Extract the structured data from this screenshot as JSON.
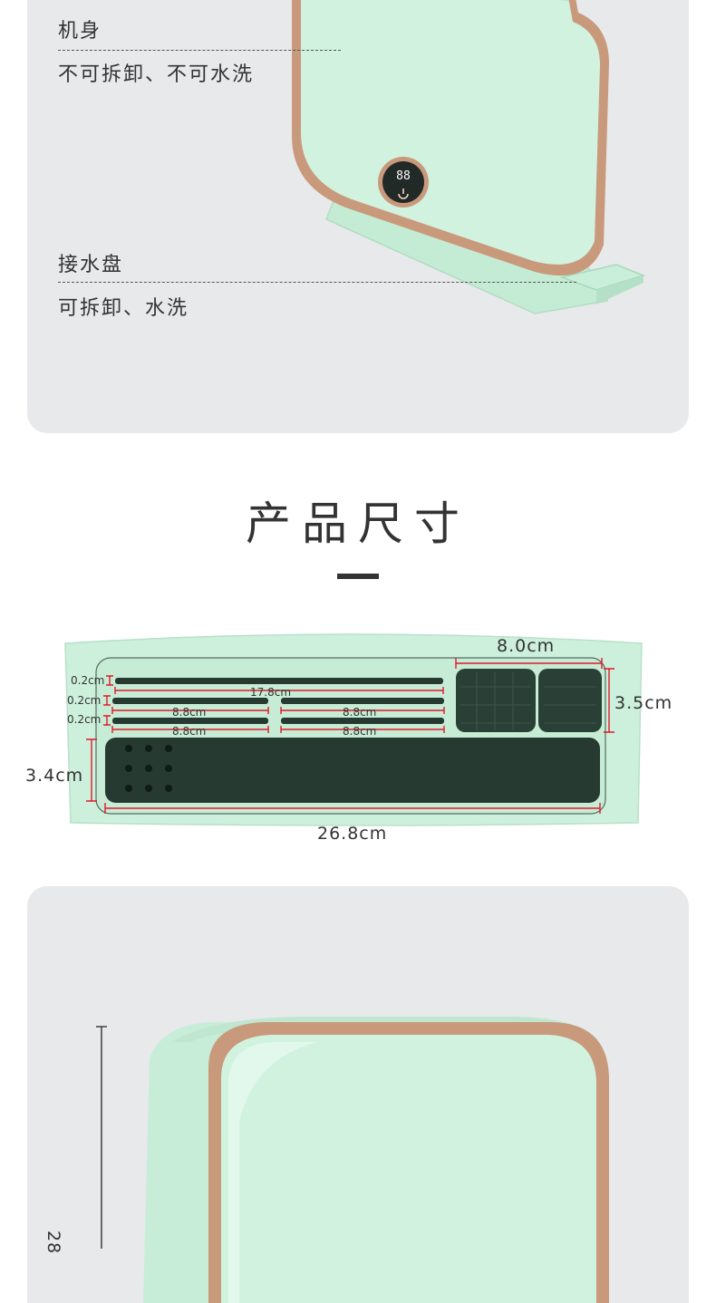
{
  "colors": {
    "panel_bg": "#e8e9ea",
    "product_green": "#cdf0dc",
    "rim_gold": "#c9997c",
    "slot_dark": "#263a32",
    "dim_red": "#e0192a"
  },
  "parts": {
    "body_title": "机身",
    "body_desc": "不可拆卸、不可水洗",
    "tray_title": "接水盘",
    "tray_desc": "可拆卸、水洗"
  },
  "display": {
    "digits": "88"
  },
  "section": {
    "title": "产品尺寸"
  },
  "dimensions": {
    "width": "26.8cm",
    "slot_long": "17.8cm",
    "slot_half_a": "8.8cm",
    "slot_half_b": "8.8cm",
    "slot_half_c": "8.8cm",
    "slot_half_d": "8.8cm",
    "slot_gap_1": "0.2cm",
    "slot_gap_2": "0.2cm",
    "slot_gap_3": "0.2cm",
    "cup_width": "8.0cm",
    "cup_depth": "3.5cm",
    "trough_depth": "3.4cm",
    "height_partial": "28"
  }
}
